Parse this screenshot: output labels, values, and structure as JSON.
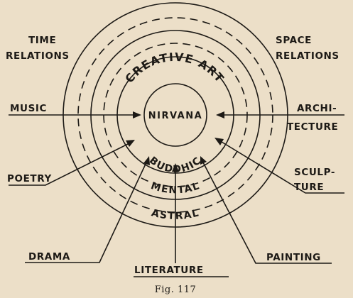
{
  "left_labels": {
    "time_relations": [
      "TIME",
      "RELATIONS"
    ],
    "music": "MUSIC",
    "poetry": "POETRY",
    "drama": "DRAMA"
  },
  "right_labels": {
    "space_relations": [
      "SPACE",
      "RELATIONS"
    ],
    "architecture": [
      "ARCHI-",
      "TECTURE"
    ],
    "sculpture": [
      "SCULP-",
      "TURE"
    ],
    "painting": "PAINTING"
  },
  "bottom_label": "LITERATURE",
  "rings": {
    "center": "NIRVANA",
    "creative_art": "CREATIVE ART",
    "buddhic": "BUDDHIC",
    "mental": "MENTAL",
    "astral": "ASTRAL"
  },
  "caption": "Fig. 117",
  "colors": {
    "ink": "#1d1a16",
    "paper": "#ecdfc8"
  }
}
